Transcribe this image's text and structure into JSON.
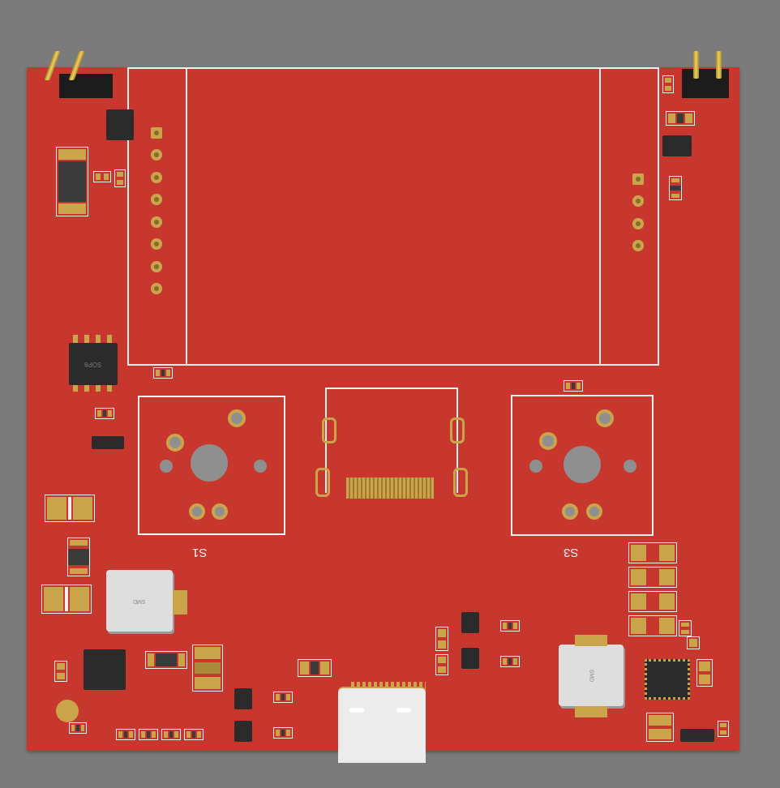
{
  "board": {
    "color": "#c8372e",
    "silkscreen_labels": {
      "switch_left": "S1",
      "switch_right": "S3"
    },
    "chip_labels": {
      "soic": "SOP8",
      "inductor_left": "SMD",
      "inductor_right": "SMD"
    }
  }
}
